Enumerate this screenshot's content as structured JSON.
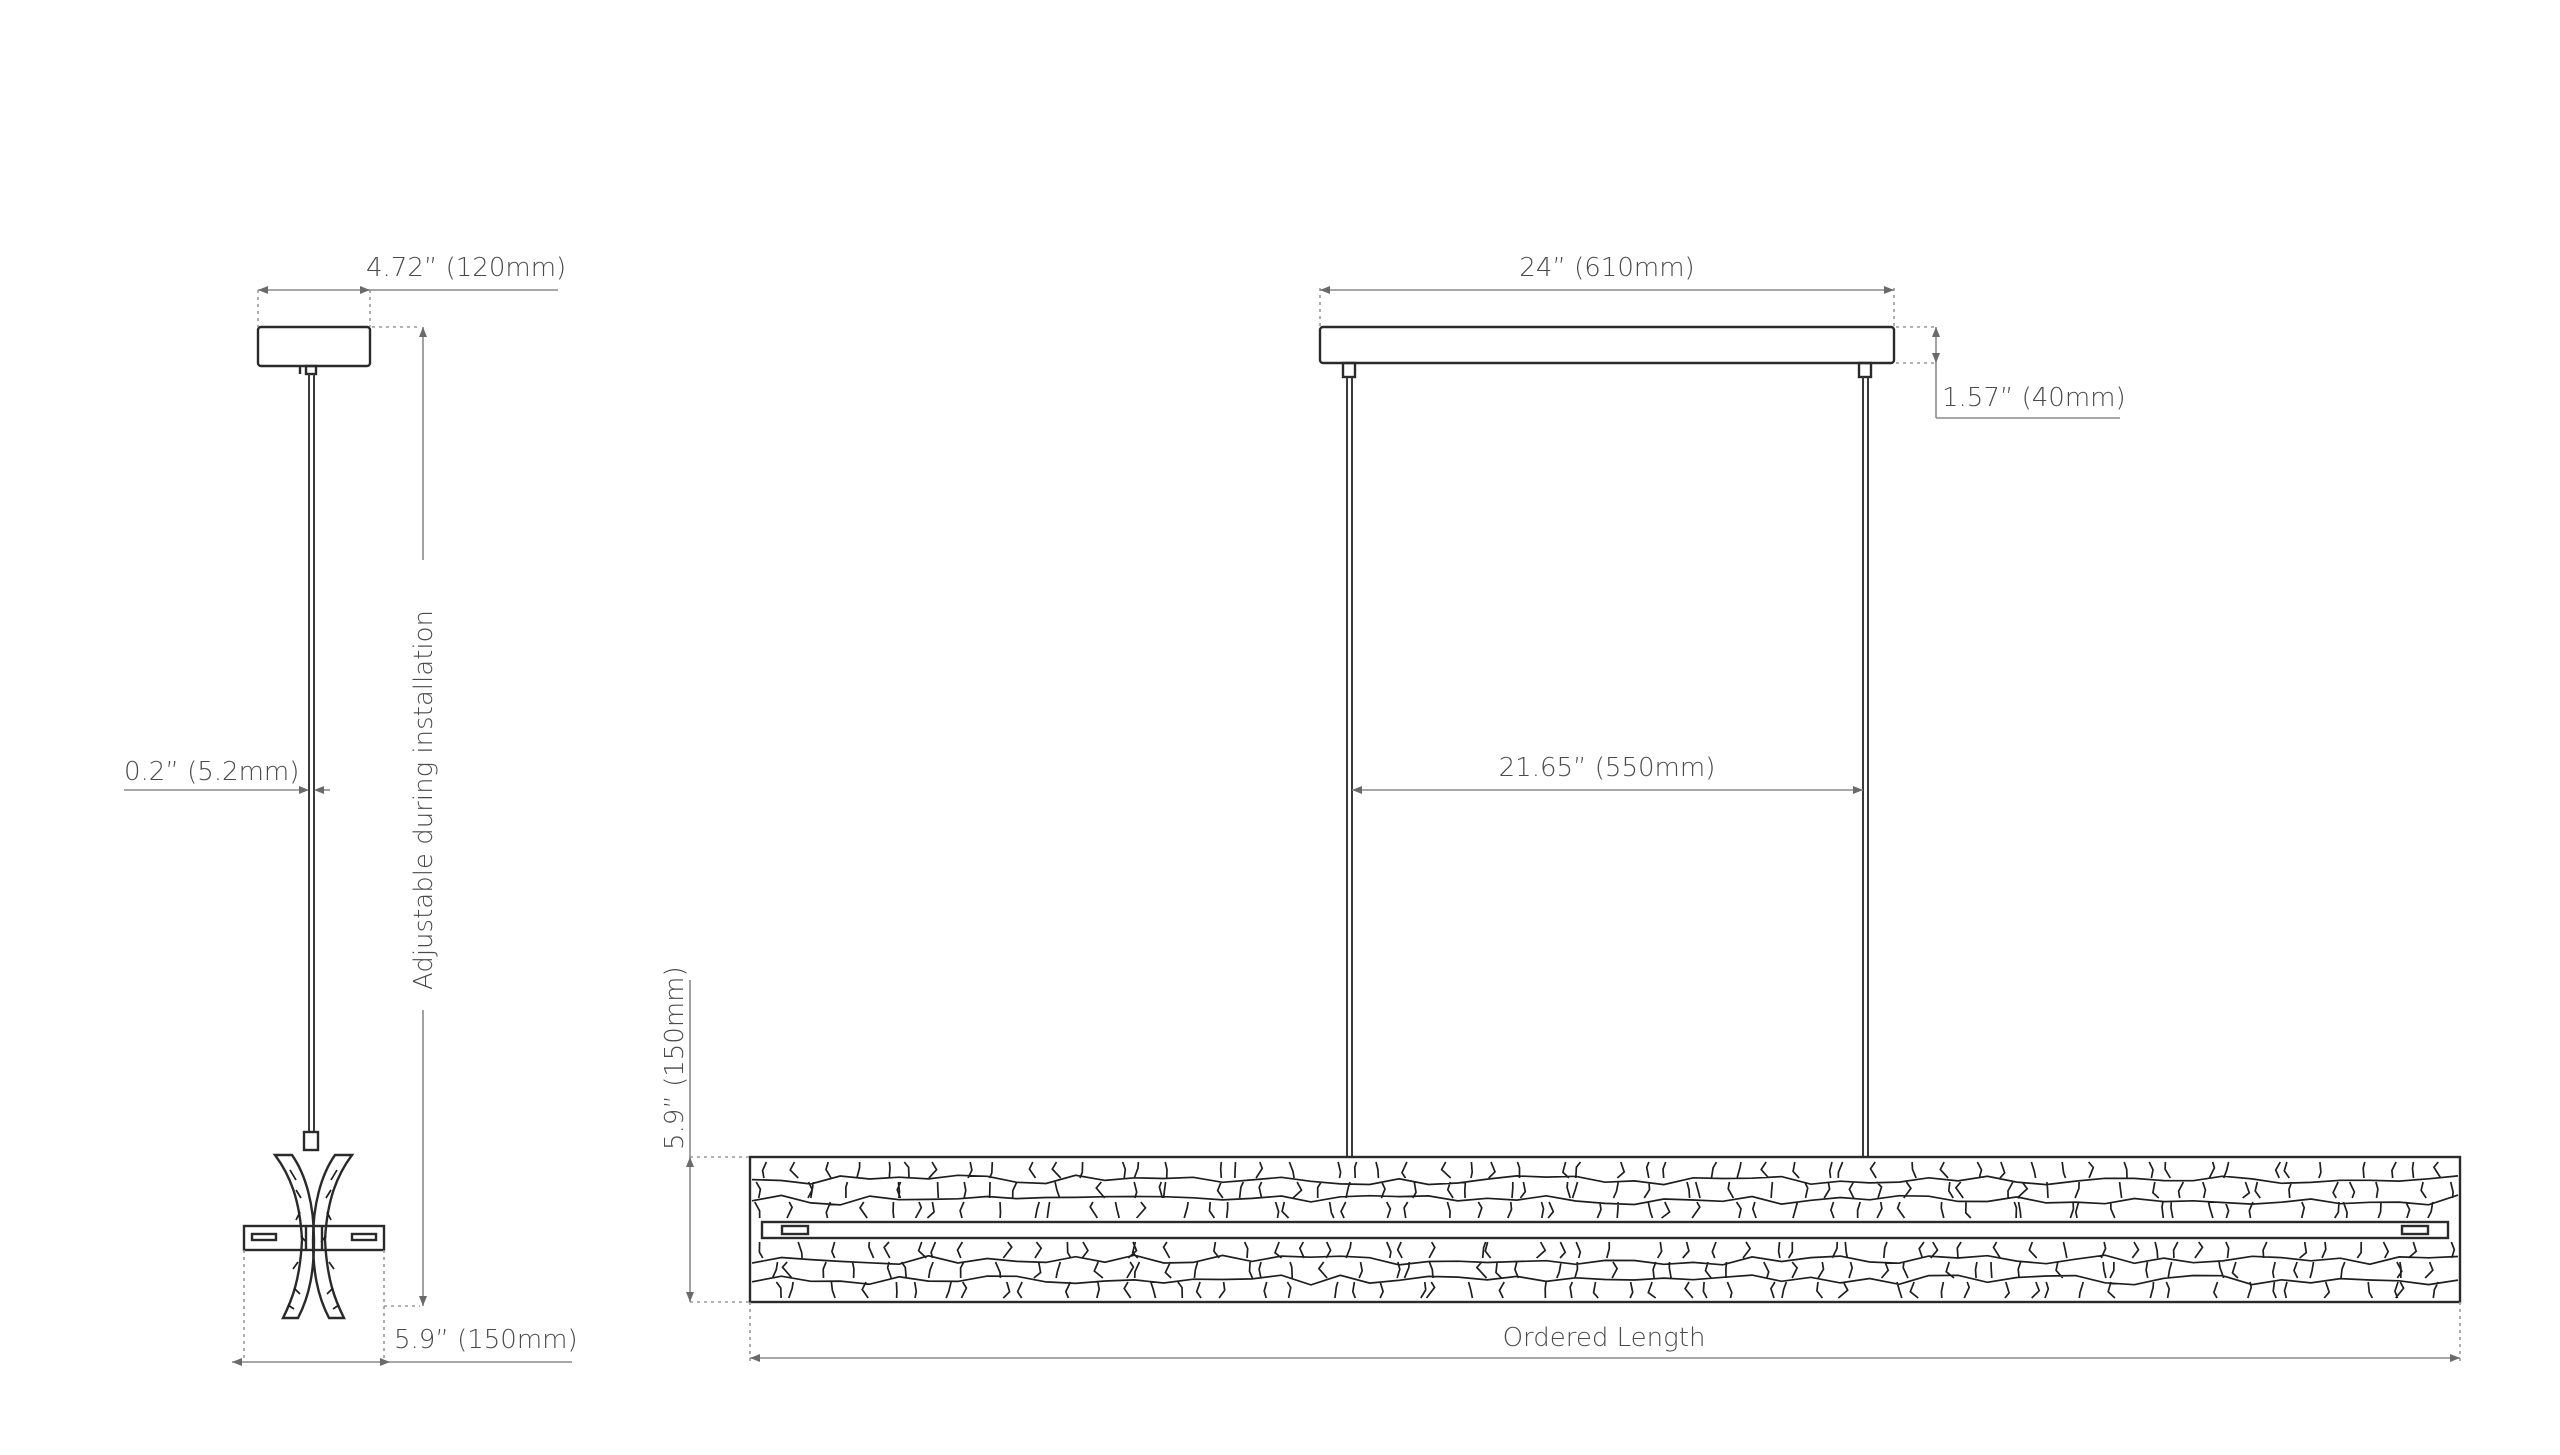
{
  "side_view": {
    "canopy_width_label": "4.72” (120mm)",
    "cable_diameter_label": "0.2” (5.2mm)",
    "adjustable_label": "Adjustable during installation",
    "fixture_depth_label": "5.9” (150mm)"
  },
  "front_view": {
    "canopy_length_label": "24” (610mm)",
    "canopy_height_label": "1.57” (40mm)",
    "cable_spacing_label": "21.65” (550mm)",
    "fixture_height_label": "5.9” (150mm)",
    "ordered_length_label": "Ordered Length"
  },
  "colors": {
    "line": "#2a2a2a",
    "dimension": "#8a8a8a",
    "text": "#4a4a4a"
  }
}
